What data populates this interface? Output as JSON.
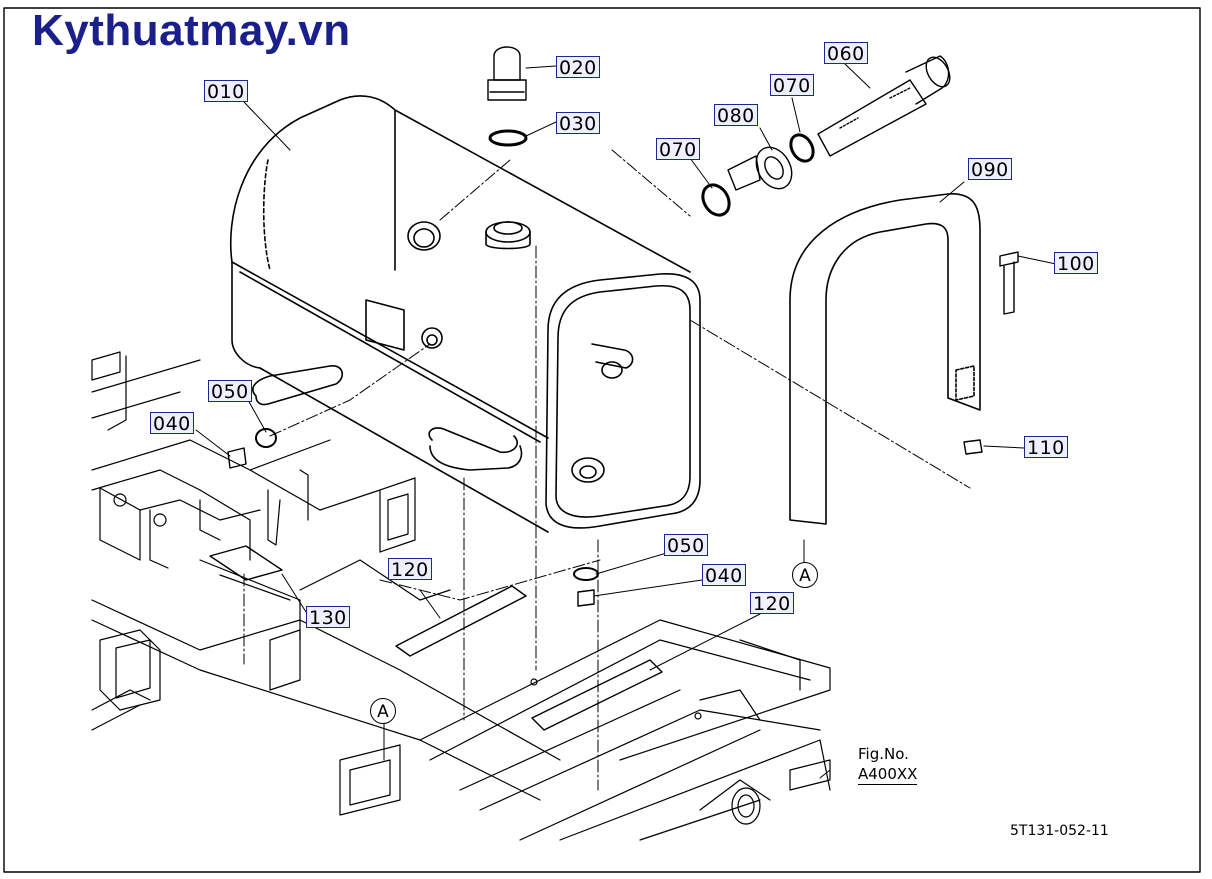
{
  "site": {
    "watermark": "Kythuatmay.vn"
  },
  "figure": {
    "label": "Fig.No.",
    "value": "A400XX"
  },
  "document": {
    "ref": "5T131-052-11"
  },
  "ref_marker": "A",
  "parts": [
    {
      "id": "010"
    },
    {
      "id": "020"
    },
    {
      "id": "030"
    },
    {
      "id": "040"
    },
    {
      "id": "040"
    },
    {
      "id": "050"
    },
    {
      "id": "050"
    },
    {
      "id": "060"
    },
    {
      "id": "070"
    },
    {
      "id": "070"
    },
    {
      "id": "080"
    },
    {
      "id": "090"
    },
    {
      "id": "100"
    },
    {
      "id": "110"
    },
    {
      "id": "120"
    },
    {
      "id": "120"
    },
    {
      "id": "130"
    }
  ],
  "colors": {
    "watermark": "#1a1f8c",
    "label_border": "#1b2a8a",
    "label_fill": "#eef0ff",
    "line": "#000000"
  }
}
